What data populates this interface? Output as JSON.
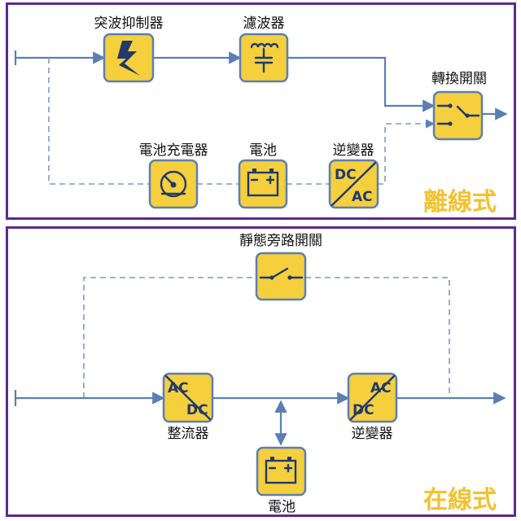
{
  "offline": {
    "title": "離線式",
    "surge_label": "突波抑制器",
    "filter_label": "濾波器",
    "transfer_label": "轉換開關",
    "charger_label": "電池充電器",
    "battery_label": "電池",
    "inverter_label": "逆變器",
    "inverter_top": "DC",
    "inverter_bottom": "AC"
  },
  "online": {
    "title": "在線式",
    "bypass_label": "靜態旁路開關",
    "rectifier_label": "整流器",
    "rectifier_top": "AC",
    "rectifier_bottom": "DC",
    "inverter_label": "逆變器",
    "inverter_top": "AC",
    "inverter_bottom": "DC",
    "battery_label": "電池"
  },
  "colors": {
    "frame": "#5b2a90",
    "block_fill": "#f6cf3c",
    "line": "#5a7fb5",
    "icon_ink": "#1f3a6b",
    "title": "#f2c230"
  }
}
